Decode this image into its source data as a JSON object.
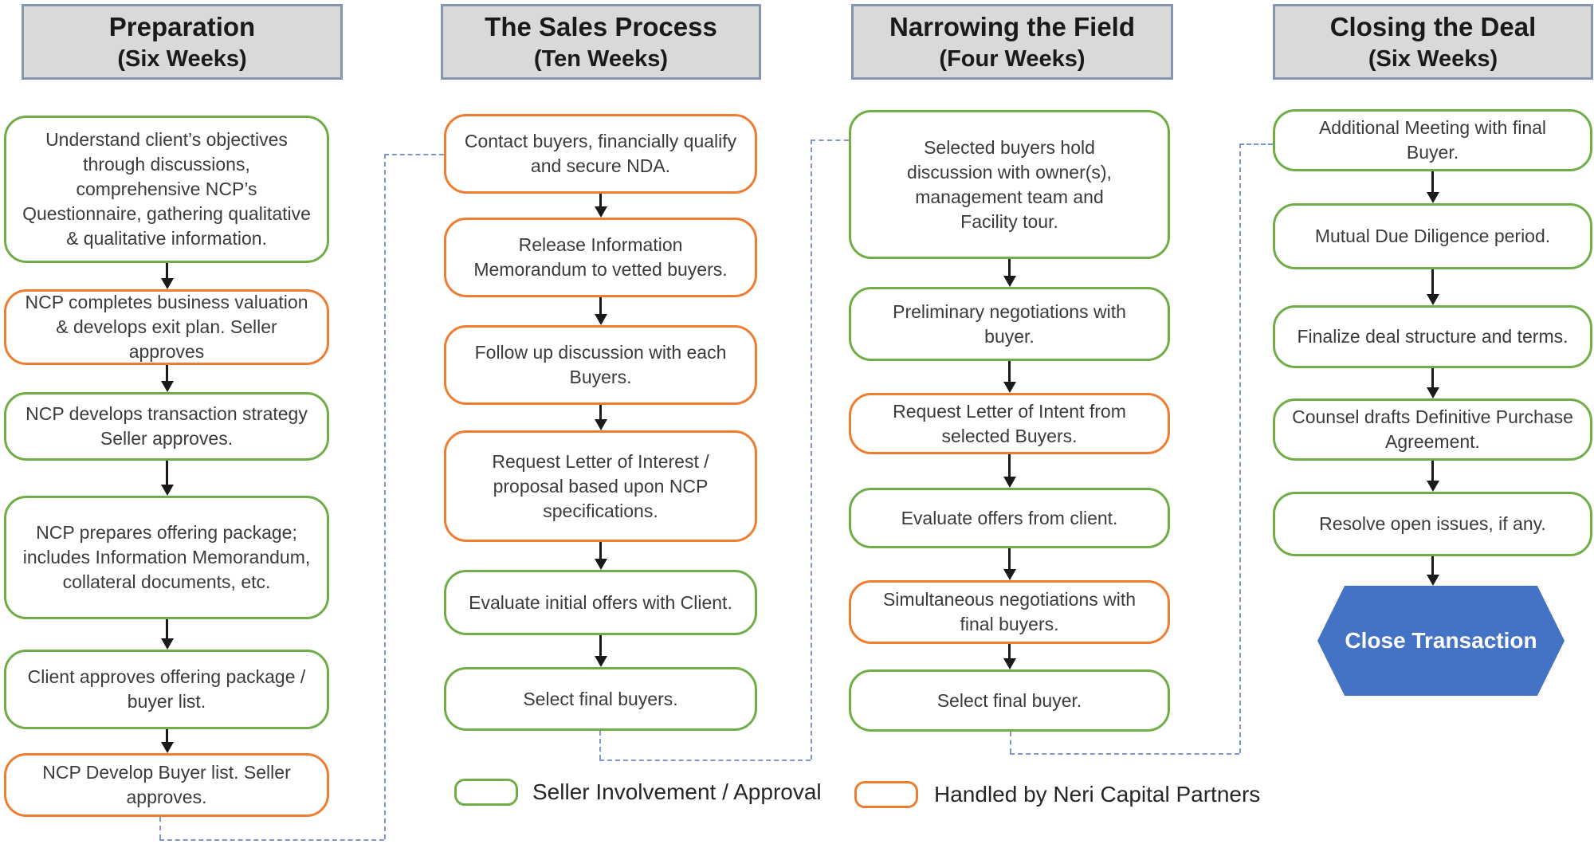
{
  "columns": [
    {
      "title": "Preparation",
      "subtitle": "(Six Weeks)",
      "boxes": [
        {
          "text": "Understand client’s objectives through discussions, comprehensive NCP’s Questionnaire, gathering qualitative & qualitative information.",
          "style": "green"
        },
        {
          "text": "NCP completes business valuation & develops exit plan. Seller approves",
          "style": "orange"
        },
        {
          "text": "NCP develops transaction strategy Seller approves.",
          "style": "green"
        },
        {
          "text": "NCP prepares offering package; includes Information Memorandum, collateral documents, etc.",
          "style": "green"
        },
        {
          "text": "Client approves offering package / buyer list.",
          "style": "green"
        },
        {
          "text": "NCP Develop Buyer list. Seller approves.",
          "style": "orange"
        }
      ]
    },
    {
      "title": "The Sales Process",
      "subtitle": "(Ten Weeks)",
      "boxes": [
        {
          "text": "Contact buyers, financially qualify and secure NDA.",
          "style": "orange"
        },
        {
          "text": "Release Information Memorandum to vetted buyers.",
          "style": "orange"
        },
        {
          "text": "Follow up discussion with each Buyers.",
          "style": "orange"
        },
        {
          "text": "Request Letter of Interest / proposal based upon NCP specifications.",
          "style": "orange"
        },
        {
          "text": "Evaluate initial offers with Client.",
          "style": "green"
        },
        {
          "text": "Select final buyers.",
          "style": "green"
        }
      ]
    },
    {
      "title": "Narrowing the Field",
      "subtitle": "(Four Weeks)",
      "boxes": [
        {
          "text": "Selected buyers hold discussion with owner(s), management team and Facility tour.",
          "style": "green"
        },
        {
          "text": "Preliminary negotiations with buyer.",
          "style": "green"
        },
        {
          "text": "Request Letter of Intent from selected Buyers.",
          "style": "orange"
        },
        {
          "text": "Evaluate offers from client.",
          "style": "green"
        },
        {
          "text": "Simultaneous negotiations with final buyers.",
          "style": "orange"
        },
        {
          "text": "Select final buyer.",
          "style": "green"
        }
      ]
    },
    {
      "title": "Closing the Deal",
      "subtitle": "(Six Weeks)",
      "boxes": [
        {
          "text": "Additional Meeting with final Buyer.",
          "style": "green"
        },
        {
          "text": "Mutual Due Diligence period.",
          "style": "green"
        },
        {
          "text": "Finalize deal structure and terms.",
          "style": "green"
        },
        {
          "text": "Counsel drafts Definitive Purchase Agreement.",
          "style": "green"
        },
        {
          "text": "Resolve open issues, if any.",
          "style": "green"
        }
      ],
      "terminal": "Close Transaction"
    }
  ],
  "legend": [
    {
      "label": "Seller Involvement / Approval",
      "style": "green"
    },
    {
      "label": "Handled by Neri Capital Partners",
      "style": "orange"
    }
  ],
  "colors": {
    "seller_green": "#70AD47",
    "ncp_orange": "#ED7D31",
    "terminal_blue": "#4472C4",
    "header_fill": "#D9D9D9",
    "header_border": "#8496B0",
    "connector_blue": "#7E96CC",
    "arrow_black": "#1A1A1A"
  }
}
